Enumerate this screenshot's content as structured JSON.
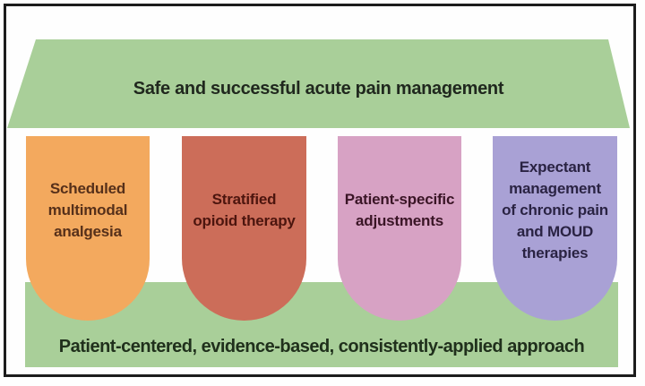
{
  "diagram": {
    "title": "Safe and successful acute pain management",
    "foundation": "Patient-centered, evidence-based, consistently-applied approach",
    "pillars": [
      {
        "name": "Scheduled multimodal analgesia",
        "text": "Scheduled\nmultimodal\nanalgesia",
        "fill": "#f3a95e",
        "text_color": "#56301a"
      },
      {
        "name": "Stratified opioid therapy",
        "text": "Stratified\nopioid therapy",
        "fill": "#cc6d59",
        "text_color": "#4c150e"
      },
      {
        "name": "Patient-specific adjustments",
        "text": "Patient-specific\nadjustments",
        "fill": "#d7a2c4",
        "text_color": "#3a1526"
      },
      {
        "name": "Expectant management of chronic pain and MOUD therapies",
        "text": "Expectant\nmanagement\nof chronic pain\nand MOUD\ntherapies",
        "fill": "#a9a1d5",
        "text_color": "#2a2343"
      }
    ],
    "colors": {
      "banner_green": "#a9cf99",
      "title_text": "#20281e",
      "foundation_text": "#20301c",
      "frame_black": "#1c1c1c"
    }
  }
}
